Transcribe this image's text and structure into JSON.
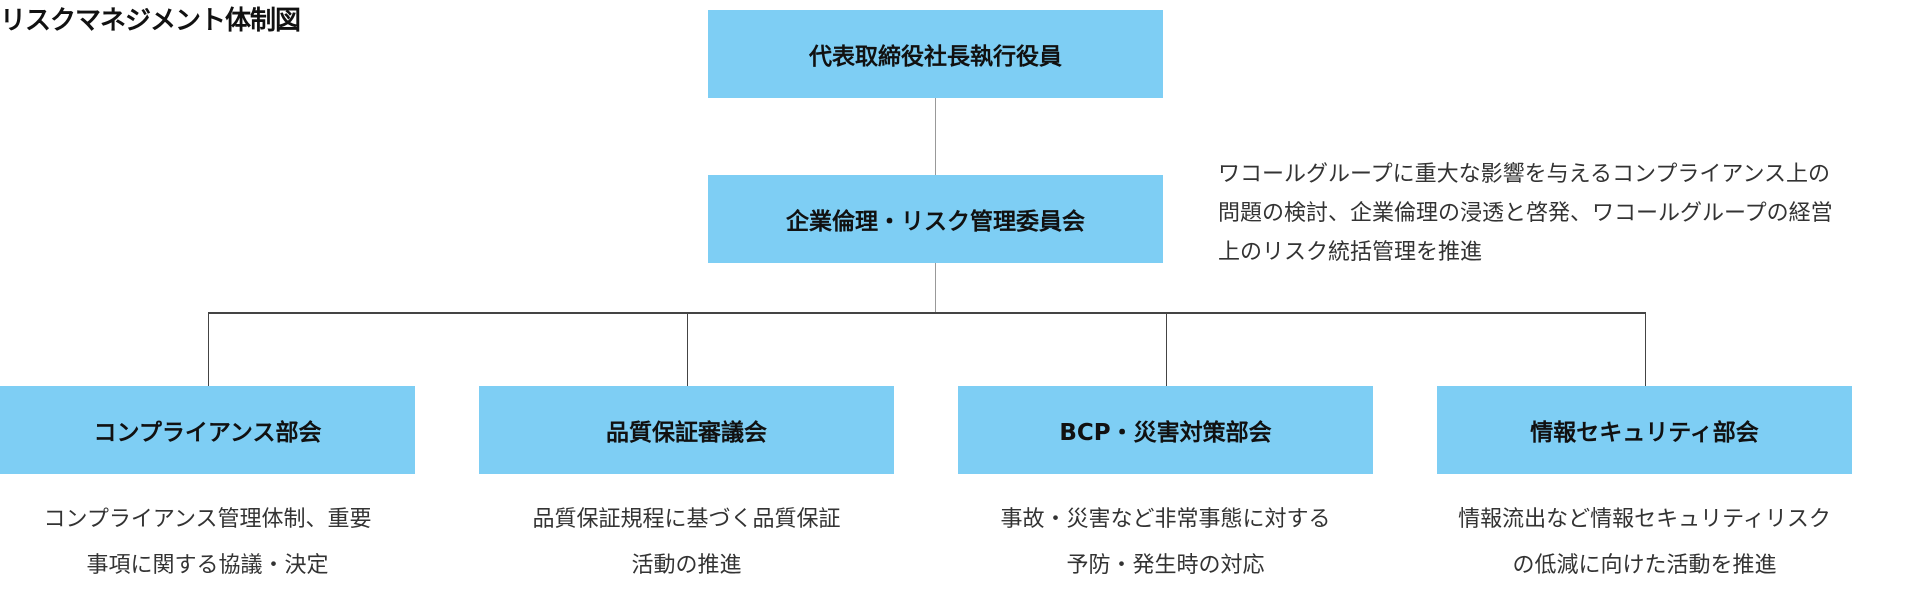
{
  "title": "リスクマネジメント体制図",
  "top": {
    "label": "代表取締役社長執行役員"
  },
  "committee": {
    "label": "企業倫理・リスク管理委員会",
    "description": [
      "ワコールグループに重大な影響を与えるコンプライアンス上の",
      "問題の検討、企業倫理の浸透と啓発、ワコールグループの経営",
      "上のリスク統括管理を推進"
    ]
  },
  "departments": [
    {
      "label": "コンプライアンス部会",
      "description": [
        "コンプライアンス管理体制、重要",
        "事項に関する協議・決定"
      ]
    },
    {
      "label": "品質保証審議会",
      "description": [
        "品質保証規程に基づく品質保証",
        "活動の推進"
      ]
    },
    {
      "label": "BCP・災害対策部会",
      "description": [
        "事故・災害など非常事態に対する",
        "予防・発生時の対応"
      ]
    },
    {
      "label": "情報セキュリティ部会",
      "description": [
        "情報流出など情報セキュリティリスク",
        "の低減に向けた活動を推進"
      ]
    }
  ],
  "colors": {
    "box": "#7ecef4",
    "line": "#444444"
  }
}
